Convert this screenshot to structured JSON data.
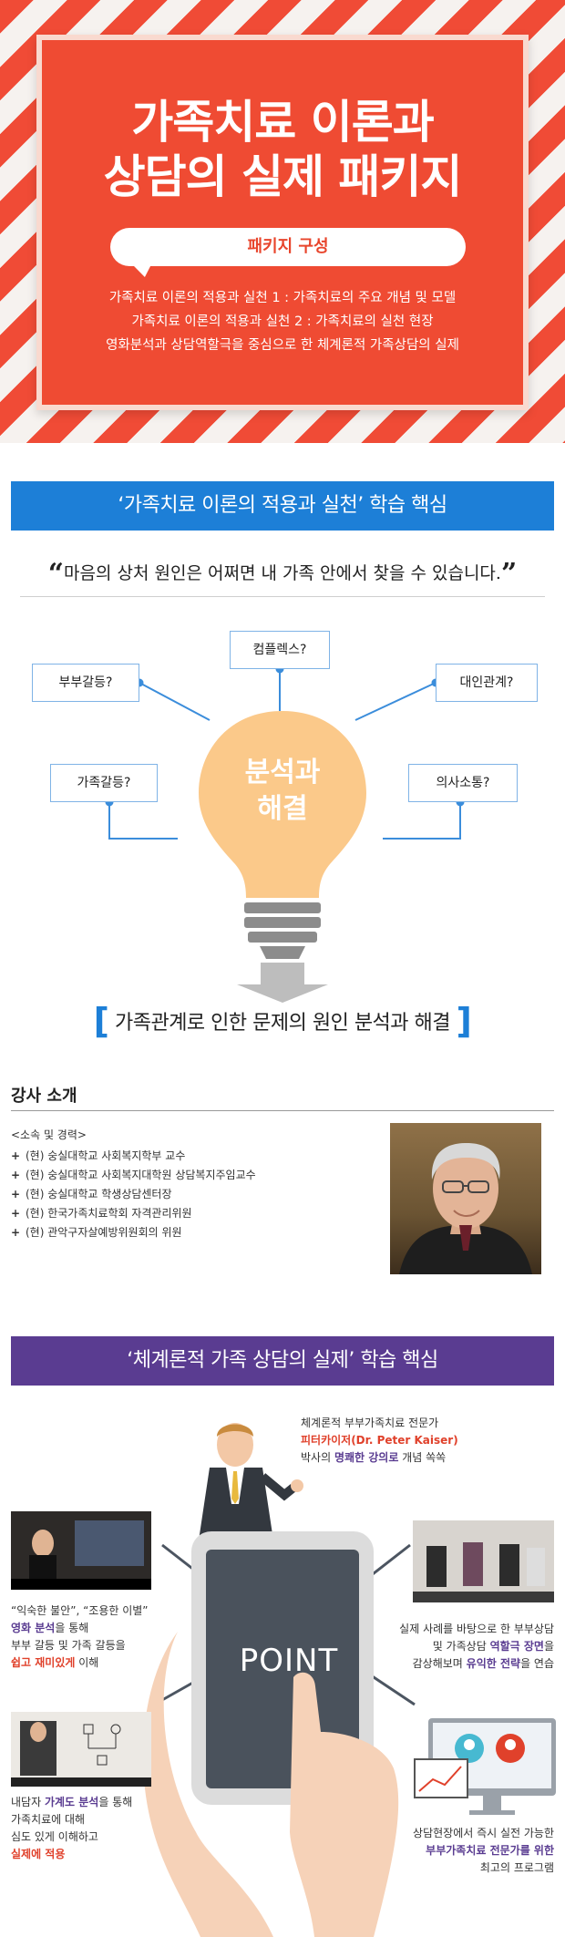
{
  "hero": {
    "title_line1": "가족치료 이론과",
    "title_line2": "상담의 실제 패키지",
    "pill": "패키지 구성",
    "desc": [
      "가족치료 이론의 적용과 실천 1 : 가족치료의 주요 개념 및 모델",
      "가족치료 이론의 적용과 실천 2 : 가족치료의 실천 현장",
      "영화분석과 상담역할극을 중심으로 한 체계론적 가족상담의 실제"
    ]
  },
  "section1": {
    "banner": "‘가족치료 이론의 적용과 실천’ 학습 핵심",
    "quote_open": "“",
    "quote": "마음의 상처 원인은 어쩌면 내 가족 안에서 찾을 수 있습니다.",
    "quote_close": "”",
    "boxes": [
      "부부갈등?",
      "컴플렉스?",
      "대인관계?",
      "가족갈등?",
      "의사소통?"
    ],
    "bulb_line1": "분석과",
    "bulb_line2": "해결",
    "result_open": "[",
    "result": "가족관계로 인한 문제의 원인 분석과 해결",
    "result_close": "]"
  },
  "instructor": {
    "title": "강사 소개",
    "subtitle": "<소속 및 경력>",
    "bullet": "+",
    "items": [
      "(현) 숭실대학교 사회복지학부 교수",
      "(현) 숭실대학교 사회복지대학원 상담복지주임교수",
      "(현) 숭실대학교 학생상담센터장",
      "(현) 한국가족치료학회 자격관리위원",
      "(현) 관악구자살예방위원회의 위원"
    ]
  },
  "section2": {
    "banner": "‘체계론적 가족 상담의 실제’ 학습 핵심",
    "point_label": "POINT",
    "p1": {
      "a": "체계론적 부부가족치료 전문가",
      "b": "피터카이저(Dr. Peter Kaiser)",
      "c": "박사의",
      "d": "명쾌한 강의로",
      "e": "개념 쏙쏙"
    },
    "p2": {
      "a": "“익숙한 불안”, “조용한 이별”",
      "b": "영화 분석",
      "c": "을 통해",
      "d": "부부 갈등 및 가족 갈등을",
      "e": "쉽고 재미있게",
      "f": "이해"
    },
    "p3": {
      "a": "실제 사례를 바탕으로 한 부부상담",
      "b": "및 가족상담",
      "c": "역할극 장면",
      "d": "을",
      "e": "감상해보며",
      "f": "유익한 전략",
      "g": "을 연습"
    },
    "p4": {
      "a": "내담자",
      "b": "가계도 분석",
      "c": "을 통해",
      "d": "가족치료에 대해",
      "e": "심도 있게 이해하고",
      "f": "실제에 적용"
    },
    "p5": {
      "a": "상담현장에서 즉시 실전 가능한",
      "b": "부부가족치료 전문가를 위한",
      "c": "최고의 프로그램"
    }
  },
  "colors": {
    "hero_red": "#ef4b33",
    "blue": "#1d7fd7",
    "purple": "#5a3c91",
    "bulb": "#fbc98a"
  }
}
